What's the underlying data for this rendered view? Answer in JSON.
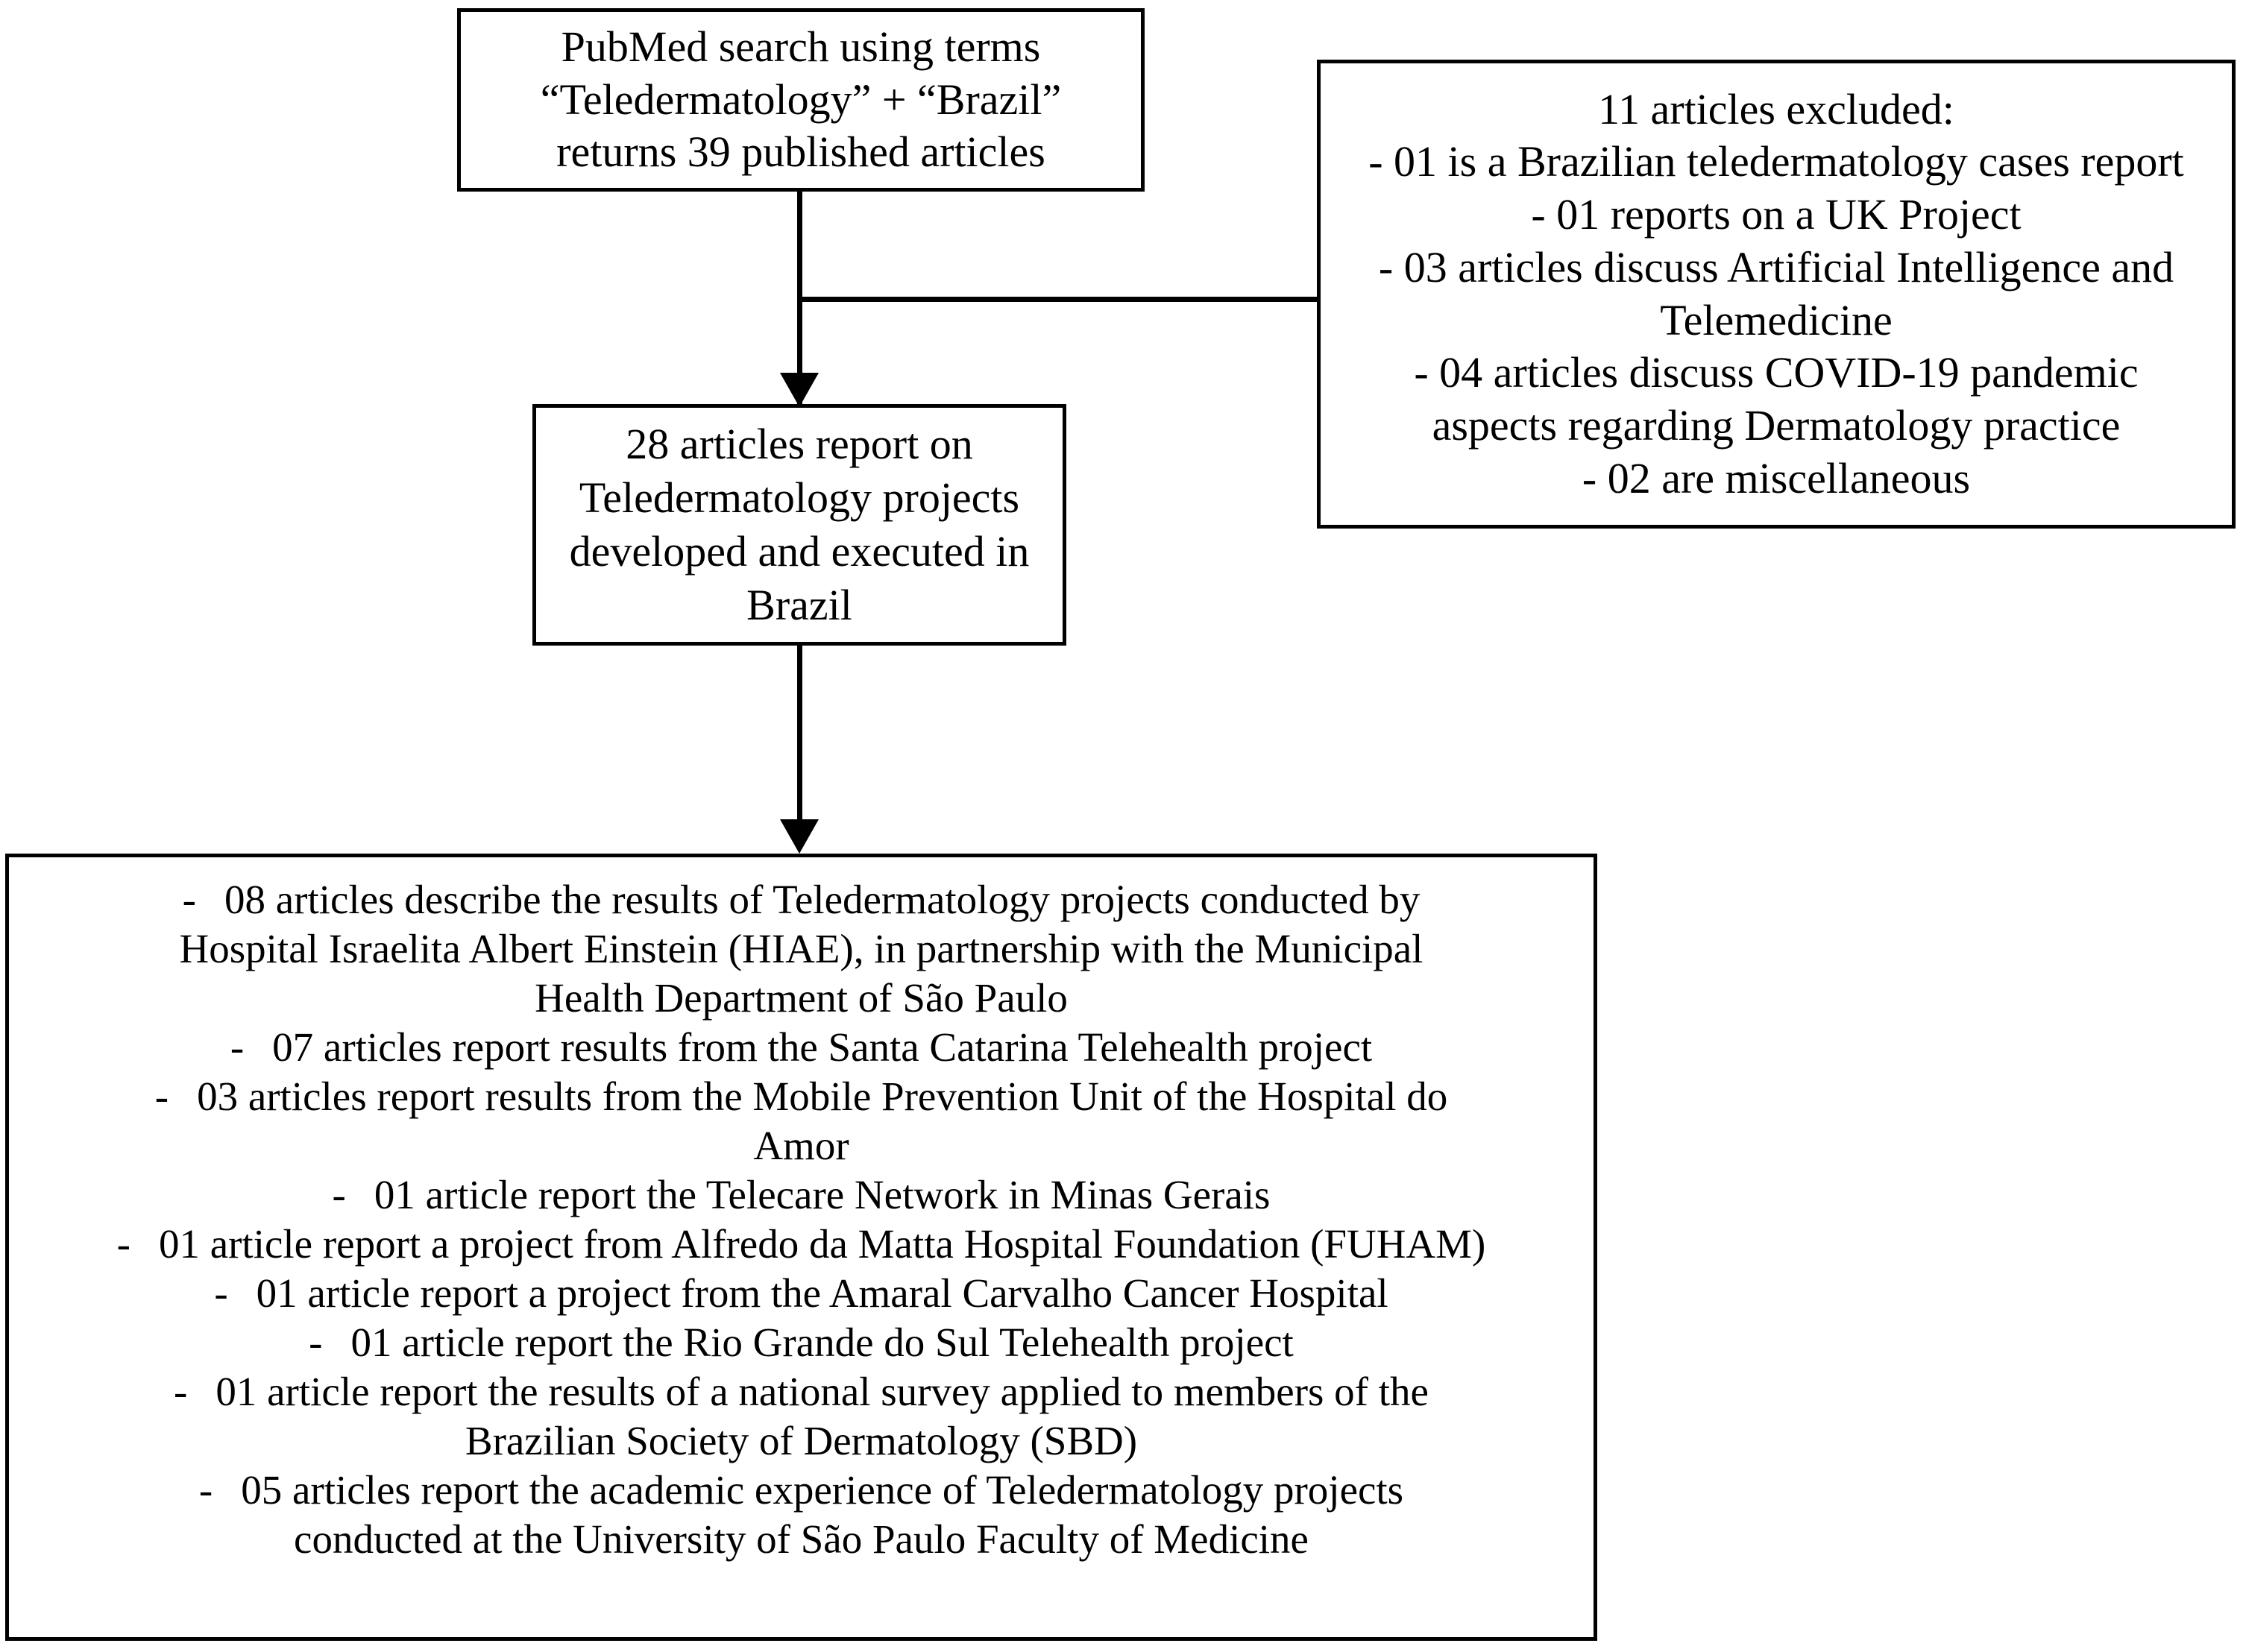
{
  "diagram": {
    "title": "PubMed Teledermatology Brazil article selection flowchart",
    "stroke_color": "#000000",
    "background_color": "#ffffff"
  },
  "search_box": {
    "lines": [
      "PubMed search using terms",
      "“Teledermatology” + “Brazil”",
      "returns 39 published articles"
    ]
  },
  "excluded_box": {
    "lines": [
      "11 articles excluded:",
      "- 01 is a Brazilian teledermatology cases report",
      "- 01 reports on a UK Project",
      "- 03 articles discuss Artificial Intelligence and",
      "Telemedicine",
      "- 04 articles discuss COVID-19 pandemic",
      "aspects regarding Dermatology practice",
      "- 02 are miscellaneous"
    ]
  },
  "included_box": {
    "lines": [
      "28 articles report on",
      "Teledermatology projects",
      "developed and executed in",
      "Brazil"
    ]
  },
  "breakdown_box": {
    "bullet_marker": "-",
    "items": [
      {
        "lines": [
          "08 articles describe the results of Teledermatology projects conducted by",
          "Hospital Israelita Albert Einstein (HIAE), in partnership with the Municipal",
          "Health Department of São Paulo"
        ]
      },
      {
        "lines": [
          "07 articles report results from the Santa Catarina Telehealth project"
        ]
      },
      {
        "lines": [
          "03 articles report results from the Mobile Prevention Unit of the Hospital do",
          "Amor"
        ]
      },
      {
        "lines": [
          "01 article report the Telecare Network in Minas Gerais"
        ]
      },
      {
        "lines": [
          "01 article report a project from Alfredo da Matta Hospital Foundation (FUHAM)"
        ]
      },
      {
        "lines": [
          "01 article report a project from the Amaral Carvalho Cancer Hospital"
        ]
      },
      {
        "lines": [
          "01 article report the Rio Grande do Sul Telehealth project"
        ]
      },
      {
        "lines": [
          "01 article report the results of a national survey applied to members of the",
          "Brazilian Society of Dermatology (SBD)"
        ]
      },
      {
        "lines": [
          "05 articles report the academic experience of Teledermatology projects",
          "conducted at the University of São Paulo Faculty of Medicine"
        ]
      }
    ]
  }
}
